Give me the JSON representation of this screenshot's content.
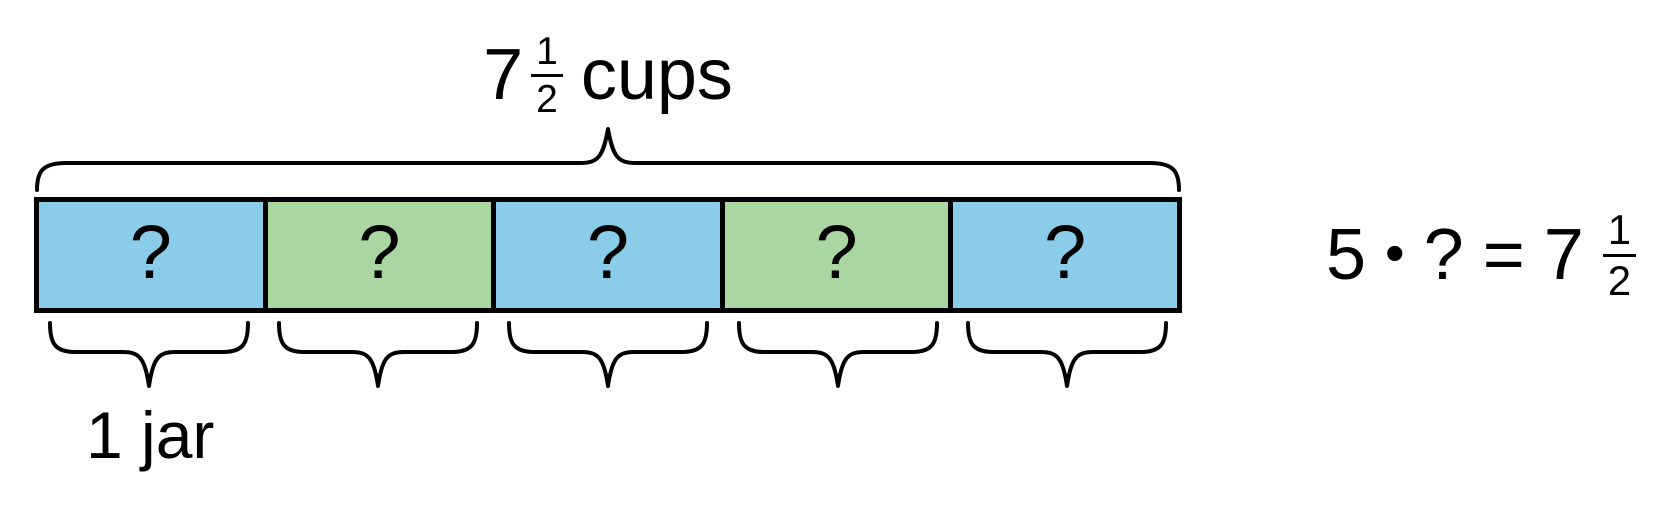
{
  "figure": {
    "background_color": "#ffffff",
    "line_color": "#000000",
    "top_label": {
      "whole": "7",
      "frac_numerator": "1",
      "frac_denominator": "2",
      "unit": "cups"
    },
    "bar": {
      "segments": [
        {
          "label": "?",
          "fill": "#89cde9"
        },
        {
          "label": "?",
          "fill": "#a9d6a1"
        },
        {
          "label": "?",
          "fill": "#89cde9"
        },
        {
          "label": "?",
          "fill": "#a9d6a1"
        },
        {
          "label": "?",
          "fill": "#89cde9"
        }
      ]
    },
    "bottom_label": "1 jar",
    "equation": {
      "multiplier": "5",
      "operator": "•",
      "unknown": "?",
      "equals_sign": "=",
      "result_whole": "7",
      "result_frac_numerator": "1",
      "result_frac_denominator": "2"
    }
  }
}
